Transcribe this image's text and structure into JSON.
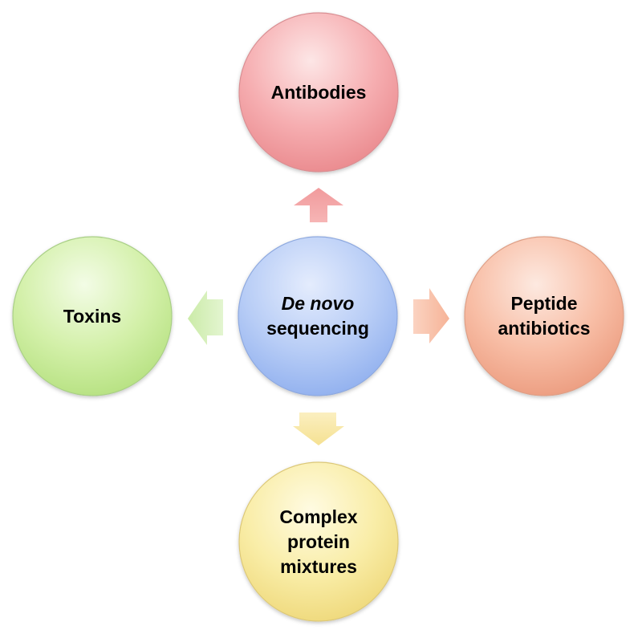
{
  "center": {
    "line1": "De novo",
    "line2": "sequencing",
    "color": "#b7cdf5"
  },
  "nodes": {
    "top": {
      "lines": [
        "Antibodies"
      ],
      "color": "#f4a6aa"
    },
    "right": {
      "lines": [
        "Peptide",
        "antibiotics"
      ],
      "color": "#f7b9a1"
    },
    "bottom": {
      "lines": [
        "Complex",
        "protein",
        "mixtures"
      ],
      "color": "#f8ea9c"
    },
    "left": {
      "lines": [
        "Toxins"
      ],
      "color": "#cfeea2"
    }
  },
  "arrows": {
    "up": {
      "color": "#f4a8aa"
    },
    "right": {
      "color": "#f8c2a8"
    },
    "down": {
      "color": "#f7e7a4"
    },
    "left": {
      "color": "#d6efbf"
    }
  }
}
